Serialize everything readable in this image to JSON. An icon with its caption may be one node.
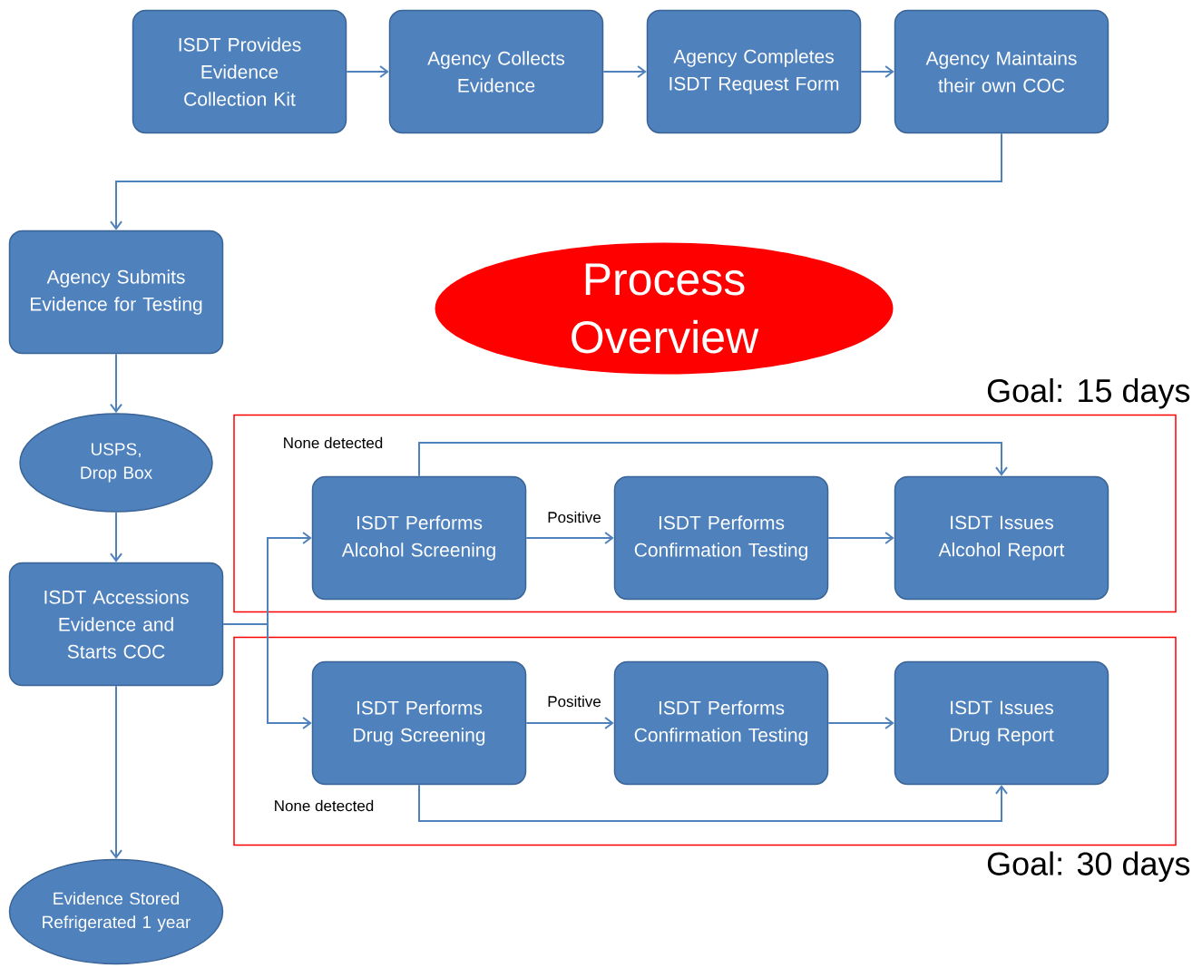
{
  "diagram": {
    "nodes": [
      {
        "text": [
          "ISDT Provides Evidence Collection Kit"
        ]
      },
      {
        "text": [
          "Agency Collects Evidence"
        ]
      },
      {
        "text": [
          "Agency Completes ISDT Request Form"
        ]
      },
      {
        "text": [
          "Agency Maintains their own COC"
        ]
      },
      {
        "text": [
          "Agency Submits Evidence for Testing"
        ]
      },
      {
        "text": [
          "USPS, Drop Box"
        ]
      },
      {
        "text": [
          "ISDT Accessions Evidence and Starts COC"
        ]
      },
      {
        "text": [
          "Evidence Stored Refrigerated 1 year"
        ]
      },
      {
        "text": [
          "Process Overview"
        ]
      },
      {
        "text": [
          "Goal: 15 days"
        ]
      },
      {
        "text": [
          "ISDT Performs Alcohol Screening"
        ],
        "in": 9
      },
      {
        "text": [
          "ISDT Performs Confirmation Testing"
        ],
        "in": 9
      },
      {
        "text": [
          "ISDT Issues Alcohol Report"
        ],
        "in": 9
      },
      {
        "text": [
          "Goal: 30 days"
        ]
      },
      {
        "text": [
          "ISDT Performs Drug Screening"
        ],
        "in": 13
      },
      {
        "text": [
          "ISDT Performs Confirmation Testing"
        ],
        "in": 13
      },
      {
        "text": [
          "ISDT Issues Drug Report"
        ],
        "in": 13
      }
    ],
    "edges": [
      {
        "from": 0,
        "to": 1,
        "arrow": "to"
      },
      {
        "from": 1,
        "to": 2,
        "arrow": "to"
      },
      {
        "from": 2,
        "to": 3,
        "arrow": "to"
      },
      {
        "from": 3,
        "to": 4,
        "arrow": "to"
      },
      {
        "from": 4,
        "to": 5,
        "arrow": "to"
      },
      {
        "from": 5,
        "to": 6,
        "arrow": "to"
      },
      {
        "from": 6,
        "to": 7,
        "arrow": "to"
      },
      {
        "from": 6,
        "to": 10,
        "arrow": "to"
      },
      {
        "from": 6,
        "to": 14,
        "arrow": "to"
      },
      {
        "from": 10,
        "to": 11,
        "arrow": "to",
        "label": "Positive"
      },
      {
        "from": 11,
        "to": 12,
        "arrow": "to"
      },
      {
        "from": 10,
        "to": 12,
        "arrow": "to",
        "label": "None detected"
      },
      {
        "from": 14,
        "to": 15,
        "arrow": "to",
        "label": "Positive"
      },
      {
        "from": 15,
        "to": 16,
        "arrow": "to"
      },
      {
        "from": 14,
        "to": 16,
        "arrow": "to",
        "label": "None detected"
      }
    ]
  }
}
